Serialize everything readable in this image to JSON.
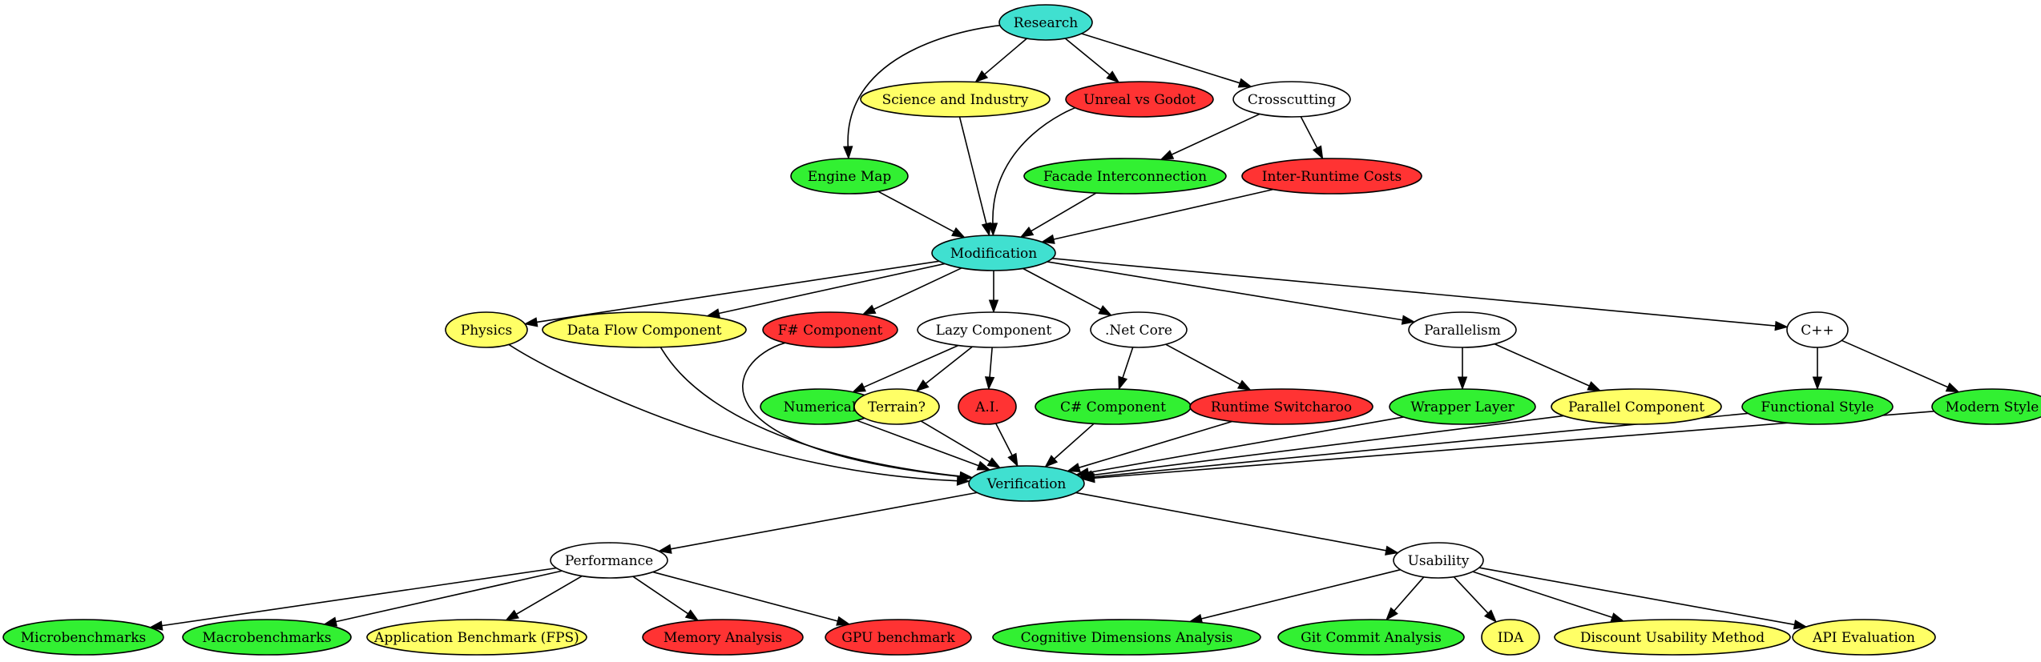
{
  "palette": {
    "hub": "#40e0d0",
    "done": "#32f032",
    "partial": "#ffff66",
    "blocked": "#ff3333",
    "neutral": "#ffffff"
  },
  "nodes": [
    {
      "id": "research",
      "label": "Research",
      "status": "hub"
    },
    {
      "id": "science",
      "label": "Science and Industry",
      "status": "partial"
    },
    {
      "id": "unreal",
      "label": "Unreal vs Godot",
      "status": "blocked"
    },
    {
      "id": "crosscutting",
      "label": "Crosscutting",
      "status": "neutral"
    },
    {
      "id": "enginemap",
      "label": "Engine Map",
      "status": "done"
    },
    {
      "id": "facade",
      "label": "Facade Interconnection",
      "status": "done"
    },
    {
      "id": "interruntime",
      "label": "Inter-Runtime Costs",
      "status": "blocked"
    },
    {
      "id": "modification",
      "label": "Modification",
      "status": "hub"
    },
    {
      "id": "physics",
      "label": "Physics",
      "status": "partial"
    },
    {
      "id": "dataflow",
      "label": "Data Flow Component",
      "status": "partial"
    },
    {
      "id": "fsharp",
      "label": "F# Component",
      "status": "blocked"
    },
    {
      "id": "lazy",
      "label": "Lazy Component",
      "status": "neutral"
    },
    {
      "id": "netcore",
      "label": ".Net Core",
      "status": "neutral"
    },
    {
      "id": "parallelism",
      "label": "Parallelism",
      "status": "neutral"
    },
    {
      "id": "cpp",
      "label": "C++",
      "status": "neutral"
    },
    {
      "id": "numerical",
      "label": "Numerical",
      "status": "done"
    },
    {
      "id": "terrain",
      "label": "Terrain?",
      "status": "partial"
    },
    {
      "id": "ai",
      "label": "A.I.",
      "status": "blocked"
    },
    {
      "id": "csharp",
      "label": "C# Component",
      "status": "done"
    },
    {
      "id": "runtime",
      "label": "Runtime Switcharoo",
      "status": "blocked"
    },
    {
      "id": "wrapper",
      "label": "Wrapper Layer",
      "status": "done"
    },
    {
      "id": "parallelcomp",
      "label": "Parallel Component",
      "status": "partial"
    },
    {
      "id": "functional",
      "label": "Functional Style",
      "status": "done"
    },
    {
      "id": "modern",
      "label": "Modern Style",
      "status": "done"
    },
    {
      "id": "verification",
      "label": "Verification",
      "status": "hub"
    },
    {
      "id": "performance",
      "label": "Performance",
      "status": "neutral"
    },
    {
      "id": "usability",
      "label": "Usability",
      "status": "neutral"
    },
    {
      "id": "micro",
      "label": "Microbenchmarks",
      "status": "done"
    },
    {
      "id": "macro",
      "label": "Macrobenchmarks",
      "status": "done"
    },
    {
      "id": "appbench",
      "label": "Application Benchmark (FPS)",
      "status": "partial"
    },
    {
      "id": "memory",
      "label": "Memory Analysis",
      "status": "blocked"
    },
    {
      "id": "gpu",
      "label": "GPU benchmark",
      "status": "blocked"
    },
    {
      "id": "cognitive",
      "label": "Cognitive Dimensions Analysis",
      "status": "done"
    },
    {
      "id": "gitcommit",
      "label": "Git Commit Analysis",
      "status": "done"
    },
    {
      "id": "ida",
      "label": "IDA",
      "status": "partial"
    },
    {
      "id": "discount",
      "label": "Discount Usability Method",
      "status": "partial"
    },
    {
      "id": "apieval",
      "label": "API Evaluation",
      "status": "partial"
    }
  ],
  "edges": [
    {
      "from": "research",
      "to": "science"
    },
    {
      "from": "research",
      "to": "unreal"
    },
    {
      "from": "research",
      "to": "crosscutting"
    },
    {
      "from": "research",
      "to": "enginemap"
    },
    {
      "from": "crosscutting",
      "to": "facade"
    },
    {
      "from": "crosscutting",
      "to": "interruntime"
    },
    {
      "from": "science",
      "to": "modification"
    },
    {
      "from": "unreal",
      "to": "modification"
    },
    {
      "from": "enginemap",
      "to": "modification"
    },
    {
      "from": "facade",
      "to": "modification"
    },
    {
      "from": "interruntime",
      "to": "modification"
    },
    {
      "from": "modification",
      "to": "physics"
    },
    {
      "from": "modification",
      "to": "dataflow"
    },
    {
      "from": "modification",
      "to": "fsharp"
    },
    {
      "from": "modification",
      "to": "lazy"
    },
    {
      "from": "modification",
      "to": "netcore"
    },
    {
      "from": "modification",
      "to": "parallelism"
    },
    {
      "from": "modification",
      "to": "cpp"
    },
    {
      "from": "lazy",
      "to": "numerical"
    },
    {
      "from": "lazy",
      "to": "terrain"
    },
    {
      "from": "lazy",
      "to": "ai"
    },
    {
      "from": "netcore",
      "to": "csharp"
    },
    {
      "from": "netcore",
      "to": "runtime"
    },
    {
      "from": "parallelism",
      "to": "wrapper"
    },
    {
      "from": "parallelism",
      "to": "parallelcomp"
    },
    {
      "from": "cpp",
      "to": "functional"
    },
    {
      "from": "cpp",
      "to": "modern"
    },
    {
      "from": "physics",
      "to": "verification"
    },
    {
      "from": "dataflow",
      "to": "verification"
    },
    {
      "from": "fsharp",
      "to": "verification"
    },
    {
      "from": "numerical",
      "to": "verification"
    },
    {
      "from": "terrain",
      "to": "verification"
    },
    {
      "from": "ai",
      "to": "verification"
    },
    {
      "from": "csharp",
      "to": "verification"
    },
    {
      "from": "runtime",
      "to": "verification"
    },
    {
      "from": "wrapper",
      "to": "verification"
    },
    {
      "from": "parallelcomp",
      "to": "verification"
    },
    {
      "from": "functional",
      "to": "verification"
    },
    {
      "from": "modern",
      "to": "verification"
    },
    {
      "from": "verification",
      "to": "performance"
    },
    {
      "from": "verification",
      "to": "usability"
    },
    {
      "from": "performance",
      "to": "micro"
    },
    {
      "from": "performance",
      "to": "macro"
    },
    {
      "from": "performance",
      "to": "appbench"
    },
    {
      "from": "performance",
      "to": "memory"
    },
    {
      "from": "performance",
      "to": "gpu"
    },
    {
      "from": "usability",
      "to": "cognitive"
    },
    {
      "from": "usability",
      "to": "gitcommit"
    },
    {
      "from": "usability",
      "to": "ida"
    },
    {
      "from": "usability",
      "to": "discount"
    },
    {
      "from": "usability",
      "to": "apieval"
    }
  ]
}
